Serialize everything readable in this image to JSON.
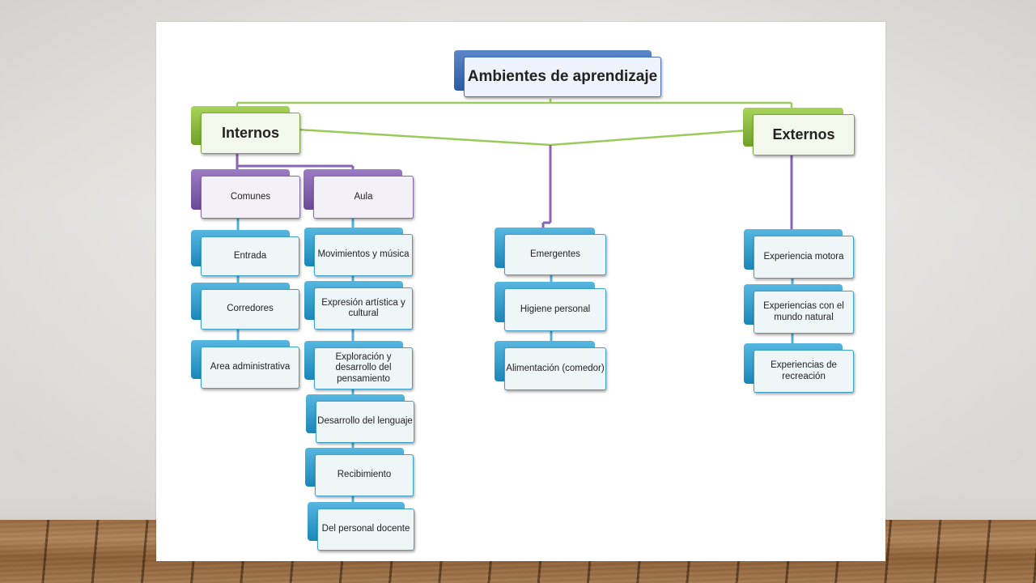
{
  "diagram": {
    "title": "Ambientes de aprendizaje",
    "categories": {
      "internos": {
        "label": "Internos",
        "comunes": {
          "label": "Comunes",
          "items": [
            "Entrada",
            "Corredores",
            "Area administrativa"
          ]
        },
        "aula": {
          "label": "Aula",
          "items": [
            "Movimientos y música",
            "Expresión artística y cultural",
            "Exploración y desarrollo del pensamiento",
            "Desarrollo del lenguaje",
            "Recibimiento",
            "Del personal docente"
          ]
        }
      },
      "emergentes": {
        "label": "Emergentes",
        "items": [
          "Higiene personal",
          "Alimentación (comedor)"
        ]
      },
      "externos": {
        "label": "Externos",
        "items": [
          "Experiencia motora",
          "Experiencias con el mundo natural",
          "Experiencias de recreación"
        ]
      }
    },
    "colors": {
      "title_accent": "#2c5aa6",
      "level1_accent": "#6fa12a",
      "level2_accent": "#6a4a99",
      "leaf_accent": "#1c86b9",
      "connector_green": "#9acb5a",
      "connector_purple": "#8a62b8",
      "connector_cyan": "#4fb0da"
    }
  }
}
